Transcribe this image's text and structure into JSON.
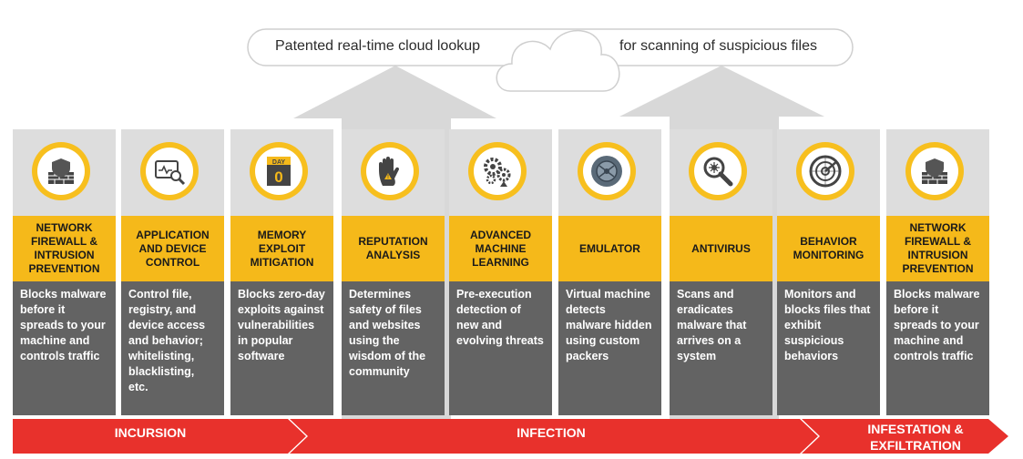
{
  "cloud": {
    "left_text": "Patented real-time cloud lookup",
    "right_text": "for scanning of suspicious files"
  },
  "columns": [
    {
      "title": "NETWORK FIREWALL & INTRUSION PREVENTION",
      "desc": "Blocks malware before it spreads to your machine and controls traffic",
      "icon": "firewall-shield-icon"
    },
    {
      "title": "APPLICATION AND DEVICE CONTROL",
      "desc": "Control file, registry, and device access and behavior; whitelisting, blacklisting, etc.",
      "icon": "app-device-magnifier-icon"
    },
    {
      "title": "MEMORY EXPLOIT MITIGATION",
      "desc": "Blocks zero-day exploits against vulnerabilities in popular software",
      "icon": "day-zero-calendar-icon",
      "icon_text": "DAY"
    },
    {
      "title": "REPUTATION ANALYSIS",
      "desc": "Determines safety of files and websites using the wisdom of the community",
      "icon": "hand-warning-icon"
    },
    {
      "title": "ADVANCED MACHINE LEARNING",
      "desc": "Pre-execution detection of new and evolving threats",
      "icon": "gears-icon"
    },
    {
      "title": "EMULATOR",
      "desc": "Virtual machine detects malware hidden using custom packers",
      "icon": "emulator-sphere-icon"
    },
    {
      "title": "ANTIVIRUS",
      "desc": "Scans and eradicates malware that arrives on a system",
      "icon": "virus-magnifier-icon"
    },
    {
      "title": "BEHAVIOR MONITORING",
      "desc": "Monitors and blocks files that exhibit suspicious behaviors",
      "icon": "radar-target-icon"
    },
    {
      "title": "NETWORK FIREWALL & INTRUSION PREVENTION",
      "desc": "Blocks malware before it spreads to your machine and controls traffic",
      "icon": "firewall-shield-icon"
    }
  ],
  "phases": {
    "incursion": "INCURSION",
    "infection": "INFECTION",
    "infestation_line1": "INFESTATION &",
    "infestation_line2": "EXFILTRATION"
  },
  "colors": {
    "header_gray": "#dcdcdc",
    "title_yellow": "#f5b91a",
    "desc_gray": "#636363",
    "band_red": "#e8312c",
    "icon_ring": "#f7bf1e"
  }
}
